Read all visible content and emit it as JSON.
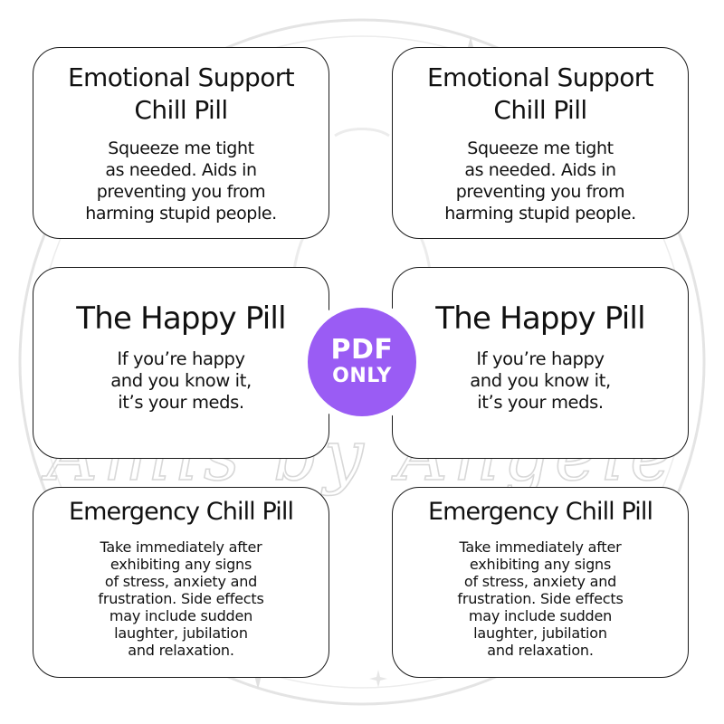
{
  "colors": {
    "badge": "#9a5cf4",
    "watermark": "#dcdcdc",
    "card_border": "#1a1a1a",
    "text": "#111111"
  },
  "watermark": {
    "text": "Amis by Angèle"
  },
  "badge": {
    "line1": "PDF",
    "line2": "ONLY"
  },
  "cards": [
    {
      "title": "Emotional Support\nChill Pill",
      "body": "Squeeze me tight\nas needed. Aids in\npreventing you from\nharming stupid people."
    },
    {
      "title": "Emotional Support\nChill Pill",
      "body": "Squeeze me tight\nas needed. Aids in\npreventing you from\nharming stupid people."
    },
    {
      "title": "The Happy Pill",
      "body": "If you’re happy\nand you know it,\nit’s your meds."
    },
    {
      "title": "The Happy Pill",
      "body": "If you’re happy\nand you know it,\nit’s your meds."
    },
    {
      "title": "Emergency Chill Pill",
      "body": "Take immediately after\nexhibiting any signs\nof stress, anxiety and\nfrustration. Side effects\nmay include sudden\nlaughter, jubilation\nand relaxation."
    },
    {
      "title": "Emergency Chill Pill",
      "body": "Take immediately after\nexhibiting any signs\nof stress, anxiety and\nfrustration. Side effects\nmay include sudden\nlaughter, jubilation\nand relaxation."
    }
  ]
}
